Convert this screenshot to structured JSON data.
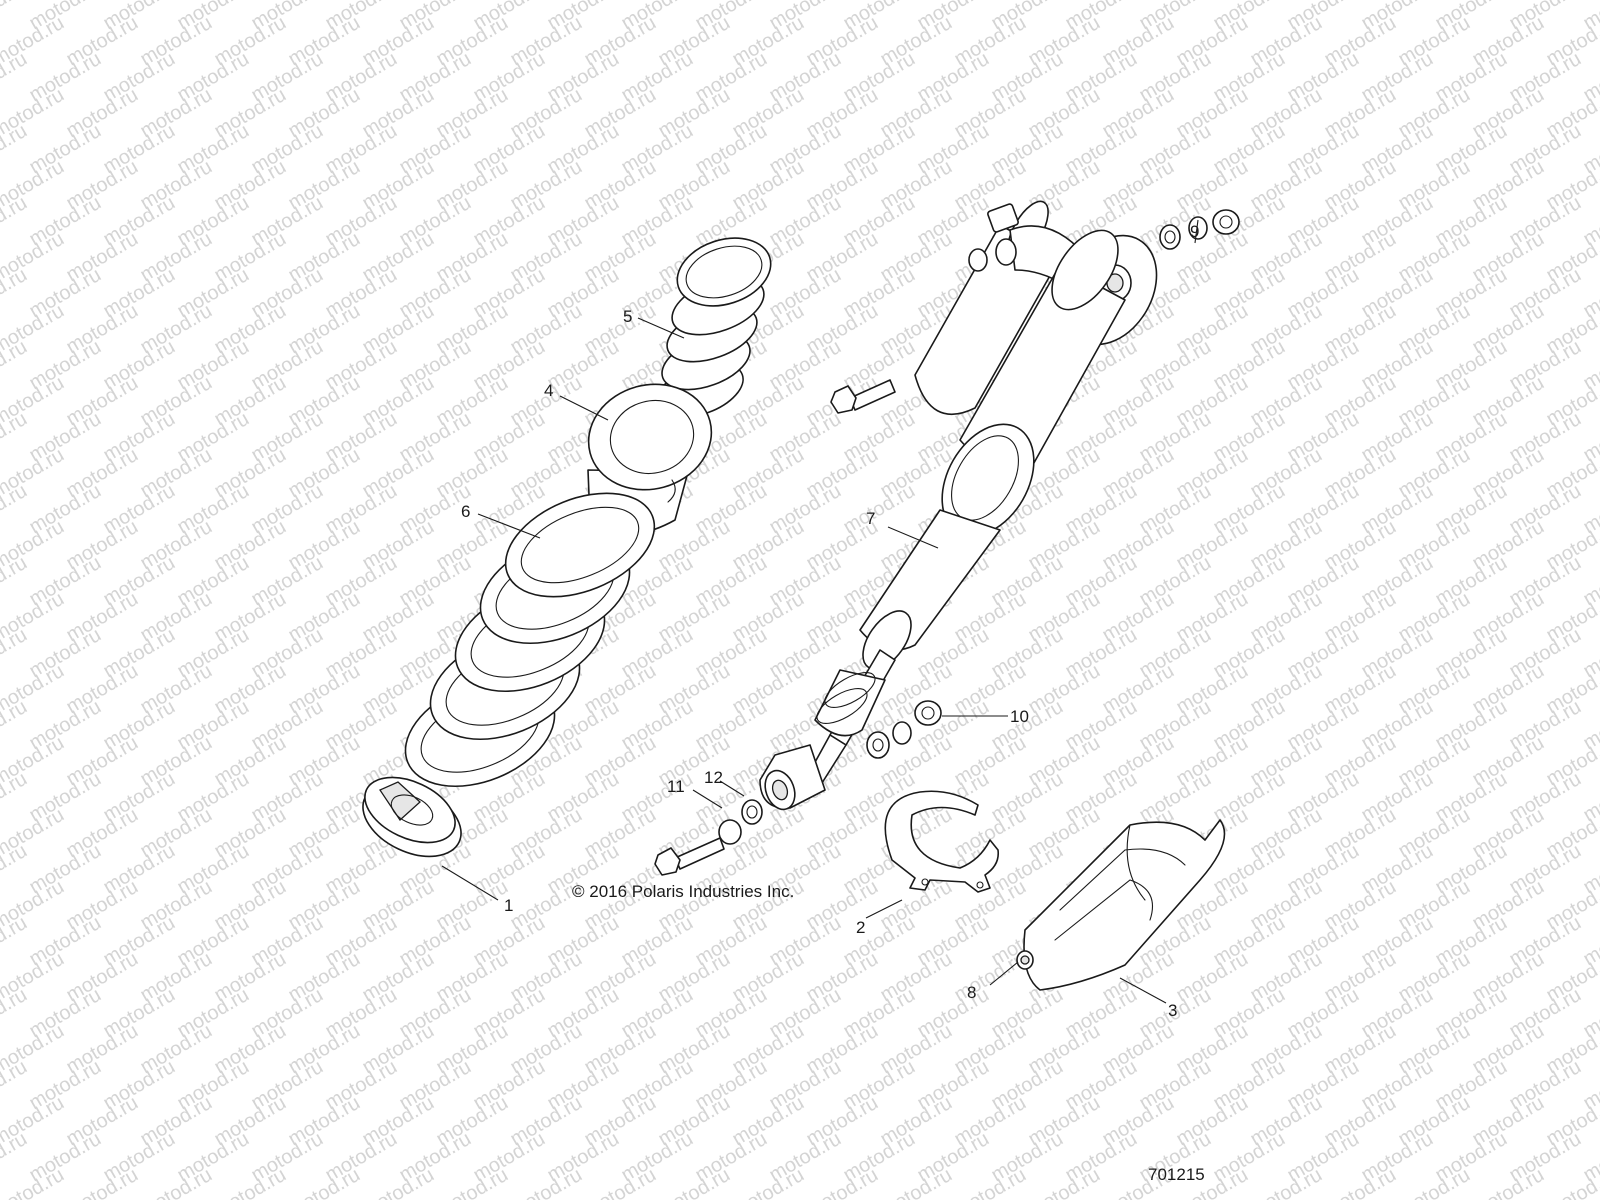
{
  "watermark": {
    "text": "motod.ru"
  },
  "copyright": "© 2016 Polaris Industries Inc.",
  "diagram_number": "701215",
  "callouts": [
    {
      "id": "1",
      "label": "1"
    },
    {
      "id": "2",
      "label": "2"
    },
    {
      "id": "3",
      "label": "3"
    },
    {
      "id": "4",
      "label": "4"
    },
    {
      "id": "5",
      "label": "5"
    },
    {
      "id": "6",
      "label": "6"
    },
    {
      "id": "7",
      "label": "7"
    },
    {
      "id": "8",
      "label": "8"
    },
    {
      "id": "9",
      "label": "9"
    },
    {
      "id": "10",
      "label": "10"
    },
    {
      "id": "11",
      "label": "11"
    },
    {
      "id": "12",
      "label": "12"
    }
  ]
}
